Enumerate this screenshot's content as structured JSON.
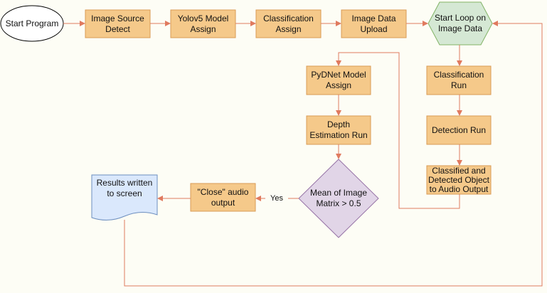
{
  "colors": {
    "process_fill": "#f5c98a",
    "process_stroke": "#d99a55",
    "decision_fill": "#e1d5e7",
    "decision_stroke": "#9673a6",
    "loop_fill": "#d5e8d4",
    "loop_stroke": "#82b366",
    "output_fill": "#dae8fc",
    "output_stroke": "#6c8ebf",
    "arrow": "#e07a5f",
    "background": "#fdfdf5"
  },
  "nodes": {
    "start": "Start Program",
    "image_source": "Image Source\nDetect",
    "yolo": "Yolov5 Model\nAssign",
    "classification_assign": "Classification\nAssign",
    "image_upload": "Image Data\nUpload",
    "loop": "Start Loop on\nImage Data",
    "pydnet": "PyDNet Model\nAssign",
    "depth": "Depth\nEstimation Run",
    "classification_run": "Classification\nRun",
    "detection_run": "Detection Run",
    "classified_output": "Classified and\nDetected Object\nto Audio Output",
    "decision": "Mean of Image\nMatrix > 0.5",
    "close_audio": "\"Close\" audio\noutput",
    "results": "Results written\nto screen"
  },
  "edges": {
    "yes_label": "Yes"
  }
}
